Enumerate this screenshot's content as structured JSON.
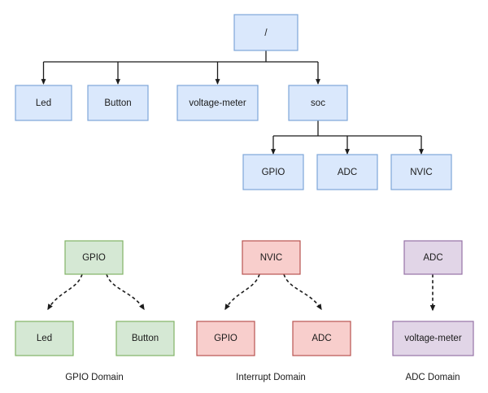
{
  "diagram": {
    "background_color": "#ffffff",
    "edge_color": "#1b1b1b",
    "palette": {
      "blue_fill": "#dae8fc",
      "blue_stroke": "#7ea6d9",
      "green_fill": "#d5e8d4",
      "green_stroke": "#82b366",
      "red_fill": "#f8cecc",
      "red_stroke": "#b85450",
      "purple_fill": "#e1d5e7",
      "purple_stroke": "#9673a6"
    },
    "tree": {
      "root": {
        "label": "/"
      },
      "level1": [
        {
          "label": "Led"
        },
        {
          "label": "Button"
        },
        {
          "label": "voltage-meter"
        },
        {
          "label": "soc"
        }
      ],
      "level2": [
        {
          "label": "GPIO"
        },
        {
          "label": "ADC"
        },
        {
          "label": "NVIC"
        }
      ]
    },
    "domains": [
      {
        "caption": "GPIO Domain",
        "color_key": "green",
        "parent": {
          "label": "GPIO"
        },
        "children": [
          {
            "label": "Led"
          },
          {
            "label": "Button"
          }
        ]
      },
      {
        "caption": "Interrupt Domain",
        "color_key": "red",
        "parent": {
          "label": "NVIC"
        },
        "children": [
          {
            "label": "GPIO"
          },
          {
            "label": "ADC"
          }
        ]
      },
      {
        "caption": "ADC Domain",
        "color_key": "purple",
        "parent": {
          "label": "ADC"
        },
        "children": [
          {
            "label": "voltage-meter"
          }
        ]
      }
    ]
  }
}
